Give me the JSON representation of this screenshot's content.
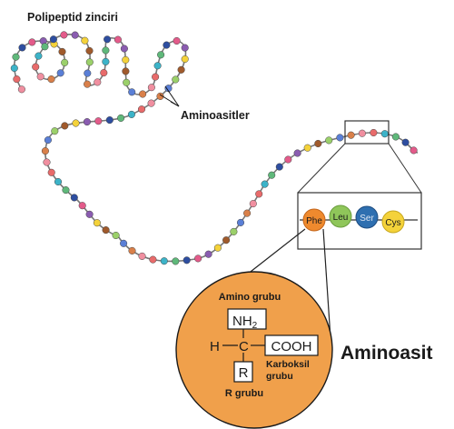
{
  "title": "Polipeptid zinciri",
  "pointer_label": "Aminoasitler",
  "zoom_box": {
    "residues": [
      "Phe",
      "Leu",
      "Ser",
      "Cys"
    ]
  },
  "structure": {
    "amino_group": "Amino grubu",
    "nh2_n": "NH",
    "nh2_sub": "2",
    "h": "H",
    "c": "C",
    "cooh": "COOH",
    "carboxyl_1": "Karboksil",
    "carboxyl_2": "grubu",
    "r": "R",
    "r_group": "R grubu"
  },
  "main_label": "Aminoasit",
  "colors": {
    "phe": "#ef8a2e",
    "leu": "#8fc65a",
    "ser": "#2e6fb0",
    "cys": "#f4d23a",
    "circle_fill": "#f0a04b",
    "bead_palette": [
      "#f08fa0",
      "#e35b8a",
      "#f4d23a",
      "#9bd06a",
      "#3cb3c8",
      "#2e4ea0",
      "#8a5cb0",
      "#d9804a",
      "#e86b6b",
      "#5fb87a",
      "#a05a2c",
      "#5a7fd6"
    ]
  }
}
